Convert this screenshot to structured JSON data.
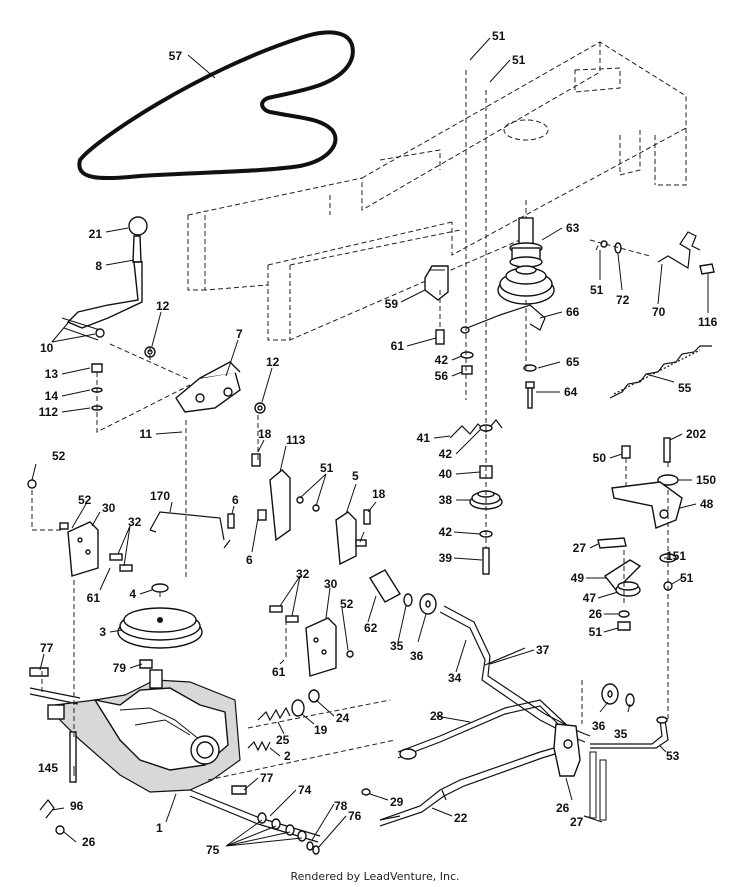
{
  "callouts": [
    {
      "id": "57"
    },
    {
      "id": "51"
    },
    {
      "id": "51"
    },
    {
      "id": "21"
    },
    {
      "id": "8"
    },
    {
      "id": "63"
    },
    {
      "id": "12"
    },
    {
      "id": "10"
    },
    {
      "id": "7"
    },
    {
      "id": "59"
    },
    {
      "id": "66"
    },
    {
      "id": "51"
    },
    {
      "id": "72"
    },
    {
      "id": "70"
    },
    {
      "id": "116"
    },
    {
      "id": "61"
    },
    {
      "id": "42"
    },
    {
      "id": "56"
    },
    {
      "id": "65"
    },
    {
      "id": "64"
    },
    {
      "id": "13"
    },
    {
      "id": "14"
    },
    {
      "id": "112"
    },
    {
      "id": "12"
    },
    {
      "id": "55"
    },
    {
      "id": "41"
    },
    {
      "id": "42"
    },
    {
      "id": "18"
    },
    {
      "id": "113"
    },
    {
      "id": "11"
    },
    {
      "id": "52"
    },
    {
      "id": "51"
    },
    {
      "id": "5"
    },
    {
      "id": "40"
    },
    {
      "id": "50"
    },
    {
      "id": "202"
    },
    {
      "id": "150"
    },
    {
      "id": "170"
    },
    {
      "id": "6"
    },
    {
      "id": "18"
    },
    {
      "id": "38"
    },
    {
      "id": "48"
    },
    {
      "id": "52"
    },
    {
      "id": "30"
    },
    {
      "id": "32"
    },
    {
      "id": "6"
    },
    {
      "id": "6"
    },
    {
      "id": "42"
    },
    {
      "id": "27"
    },
    {
      "id": "39"
    },
    {
      "id": "61"
    },
    {
      "id": "151"
    },
    {
      "id": "49"
    },
    {
      "id": "4"
    },
    {
      "id": "32"
    },
    {
      "id": "30"
    },
    {
      "id": "51"
    },
    {
      "id": "47"
    },
    {
      "id": "52"
    },
    {
      "id": "62"
    },
    {
      "id": "26"
    },
    {
      "id": "3"
    },
    {
      "id": "35"
    },
    {
      "id": "36"
    },
    {
      "id": "51"
    },
    {
      "id": "77"
    },
    {
      "id": "61"
    },
    {
      "id": "37"
    },
    {
      "id": "79"
    },
    {
      "id": "34"
    },
    {
      "id": "24"
    },
    {
      "id": "25"
    },
    {
      "id": "19"
    },
    {
      "id": "28"
    },
    {
      "id": "36"
    },
    {
      "id": "35"
    },
    {
      "id": "2"
    },
    {
      "id": "53"
    },
    {
      "id": "145"
    },
    {
      "id": "77"
    },
    {
      "id": "74"
    },
    {
      "id": "96"
    },
    {
      "id": "29"
    },
    {
      "id": "78"
    },
    {
      "id": "76"
    },
    {
      "id": "26"
    },
    {
      "id": "1"
    },
    {
      "id": "22"
    },
    {
      "id": "26"
    },
    {
      "id": "75"
    },
    {
      "id": "27"
    }
  ],
  "footer": {
    "text": "Rendered by LeadVenture, Inc."
  }
}
